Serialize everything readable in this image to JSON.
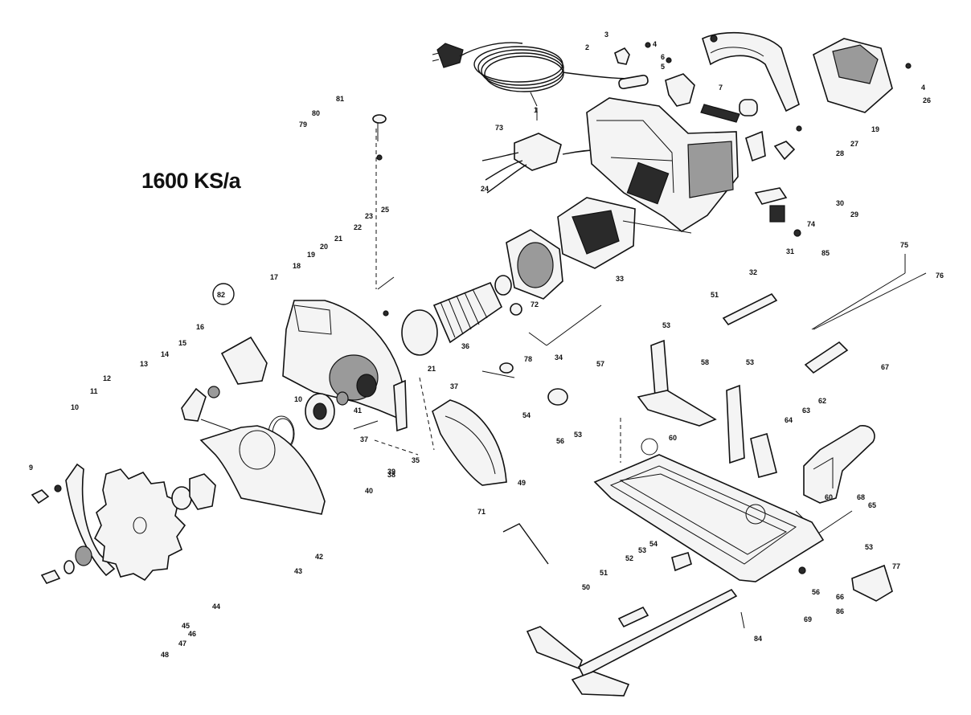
{
  "title": "1600 KS/a",
  "part_numbers": {
    "p1": "1",
    "p2": "2",
    "p3": "3",
    "p4a": "4",
    "p4b": "4",
    "p5": "5",
    "p6": "6",
    "p7": "7",
    "p9": "9",
    "p10": "10",
    "p10b": "10",
    "p11": "11",
    "p12": "12",
    "p13": "13",
    "p14": "14",
    "p15": "15",
    "p16": "16",
    "p17": "17",
    "p18": "18",
    "p19": "19",
    "p19b": "19",
    "p20": "20",
    "p21": "21",
    "p21b": "21",
    "p22": "22",
    "p23": "23",
    "p24": "24",
    "p25": "25",
    "p26": "26",
    "p27": "27",
    "p28": "28",
    "p29": "29",
    "p30": "30",
    "p31": "31",
    "p32": "32",
    "p33": "33",
    "p34": "34",
    "p35": "35",
    "p36": "36",
    "p37a": "37",
    "p37b": "37",
    "p38": "38",
    "p39": "39",
    "p40": "40",
    "p41": "41",
    "p42": "42",
    "p43": "43",
    "p44": "44",
    "p45": "45",
    "p46": "46",
    "p47": "47",
    "p48": "48",
    "p49": "49",
    "p50": "50",
    "p51a": "51",
    "p51b": "51",
    "p52": "52",
    "p53a": "53",
    "p53b": "53",
    "p53c": "53",
    "p53d": "53",
    "p53e": "53",
    "p54a": "54",
    "p54b": "54",
    "p56a": "56",
    "p56b": "56",
    "p57": "57",
    "p58": "58",
    "p60a": "60",
    "p60b": "60",
    "p62": "62",
    "p63": "63",
    "p64": "64",
    "p65": "65",
    "p66": "66",
    "p67": "67",
    "p68": "68",
    "p69": "69",
    "p71": "71",
    "p72": "72",
    "p73": "73",
    "p74": "74",
    "p75": "75",
    "p76": "76",
    "p77": "77",
    "p78": "78",
    "p79": "79",
    "p80": "80",
    "p81": "81",
    "p82": "82",
    "p84": "84",
    "p85": "85",
    "p86": "86"
  }
}
